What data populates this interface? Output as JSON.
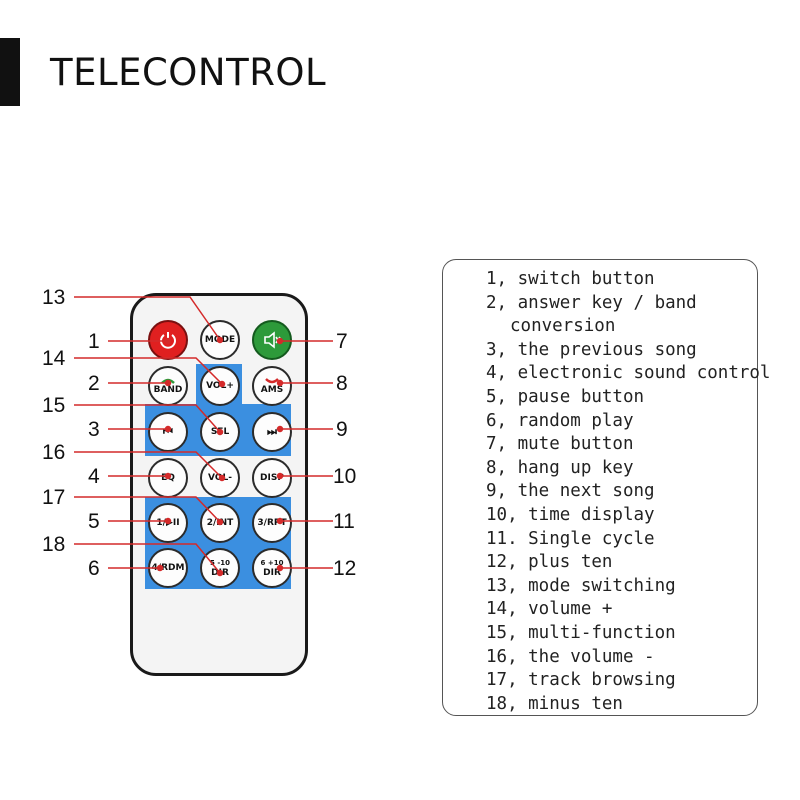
{
  "title": "TELECONTROL",
  "colors": {
    "accent_blue": "#3b8fe0",
    "power_red": "#e02020",
    "mute_green": "#2d9a3a",
    "leader_red": "#d42a2a"
  },
  "remote": {
    "buttons": {
      "power": {
        "label": "",
        "icon": "power-icon"
      },
      "mode": {
        "label": "MODE"
      },
      "mute": {
        "label": "",
        "icon": "mute-speaker-icon"
      },
      "band": {
        "label": "BAND",
        "icon": "phone-answer-icon"
      },
      "vol_plus": {
        "label": "VOL+"
      },
      "ams": {
        "label": "AMS",
        "icon": "phone-hangup-icon"
      },
      "prev": {
        "label": "",
        "icon": "previous-track-icon"
      },
      "sel": {
        "label": "SEL"
      },
      "next": {
        "label": "",
        "icon": "next-track-icon"
      },
      "eq": {
        "label": "EQ"
      },
      "vol_minus": {
        "label": "VOL-"
      },
      "disp": {
        "label": "DISP"
      },
      "play": {
        "label": "1/▶II"
      },
      "int": {
        "label": "2/INT"
      },
      "rpt": {
        "label": "3/RPT"
      },
      "rdm": {
        "label": "4/RDM"
      },
      "minus10": {
        "label": "5 -10",
        "sub": "DIR"
      },
      "plus10": {
        "label": "6 +10",
        "sub": "DIR"
      }
    },
    "callouts": [
      "1",
      "2",
      "3",
      "4",
      "5",
      "6",
      "7",
      "8",
      "9",
      "10",
      "11",
      "12",
      "13",
      "14",
      "15",
      "16",
      "17",
      "18"
    ]
  },
  "legend": [
    "1, switch button",
    "2, answer key / band",
    "conversion",
    "3, the previous song",
    "4, electronic sound control",
    "5, pause button",
    "6, random play",
    "7, mute button",
    "8, hang up key",
    "9, the next song",
    "10, time display",
    "11. Single cycle",
    "12, plus ten",
    "13, mode switching",
    "14, volume +",
    "15, multi-function",
    "16, the volume -",
    "17, track browsing",
    "18, minus ten"
  ]
}
